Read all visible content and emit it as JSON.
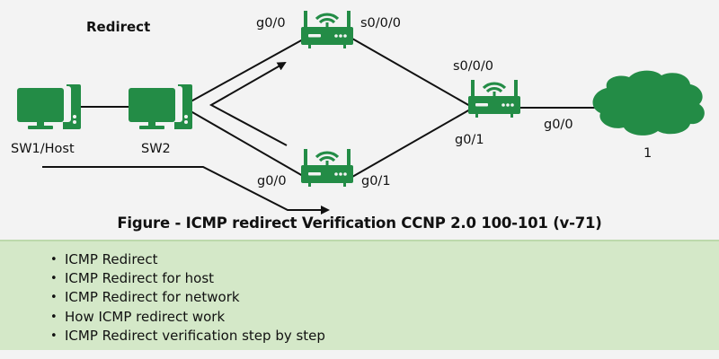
{
  "diagram": {
    "title": "Redirect",
    "accent_color": "#238c46",
    "nodes": [
      {
        "id": "sw1",
        "type": "computer-icon",
        "label": "SW1/Host"
      },
      {
        "id": "sw2",
        "type": "computer-icon",
        "label": "SW2"
      },
      {
        "id": "r_top",
        "type": "router-icon",
        "labels": [
          "g0/0",
          "s0/0/0"
        ]
      },
      {
        "id": "r_bottom",
        "type": "router-icon",
        "labels": [
          "g0/0",
          "g0/1"
        ]
      },
      {
        "id": "r_right",
        "type": "router-icon",
        "labels": [
          "s0/0/0",
          "g0/1",
          "g0/0"
        ]
      },
      {
        "id": "cloud",
        "type": "cloud-icon",
        "label": "1"
      }
    ],
    "labels": {
      "top_g00": "g0/0",
      "top_s000": "s0/0/0",
      "bottom_g00": "g0/0",
      "bottom_g01": "g0/1",
      "right_s000": "s0/0/0",
      "right_g01": "g0/1",
      "right_g00": "g0/0",
      "sw1": "SW1/Host",
      "sw2": "SW2",
      "cloud": "1"
    }
  },
  "caption": "Figure - ICMP redirect Verification CCNP 2.0 100-101 (v-71)",
  "topics": [
    "ICMP Redirect",
    "ICMP Redirect for host",
    "ICMP Redirect for network",
    "How ICMP redirect work",
    "ICMP Redirect verification step by step"
  ]
}
